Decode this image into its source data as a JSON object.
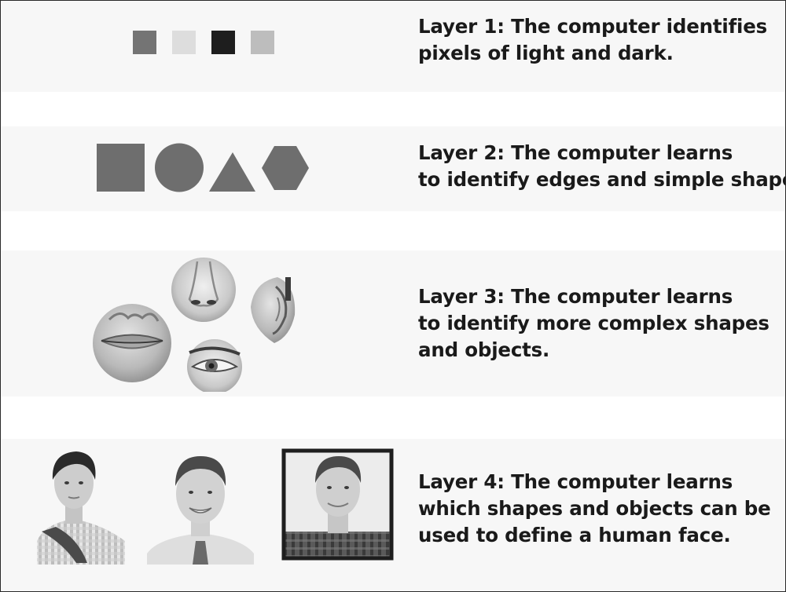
{
  "layers": [
    {
      "lines": [
        "Layer 1: The computer identifies",
        "pixels of light and dark."
      ],
      "pixels": [
        "#747474",
        "#dddddd",
        "#1e1e1e",
        "#bdbdbd"
      ]
    },
    {
      "lines": [
        "Layer 2: The computer learns",
        "to identify edges and simple shapes."
      ],
      "shapes": [
        "square",
        "circle",
        "triangle",
        "hexagon"
      ],
      "shape_color": "#6e6e6e"
    },
    {
      "lines": [
        "Layer 3: The computer learns",
        "to identify more complex shapes",
        "and objects."
      ],
      "feature_crops": [
        "mouth",
        "nose",
        "ear",
        "eye"
      ]
    },
    {
      "lines": [
        "Layer 4: The computer learns",
        "which shapes and objects can be",
        "used to define a human face."
      ],
      "portraits": [
        "portrait-1",
        "portrait-2",
        "portrait-3"
      ],
      "highlight_color": "#1e1e1e"
    }
  ]
}
